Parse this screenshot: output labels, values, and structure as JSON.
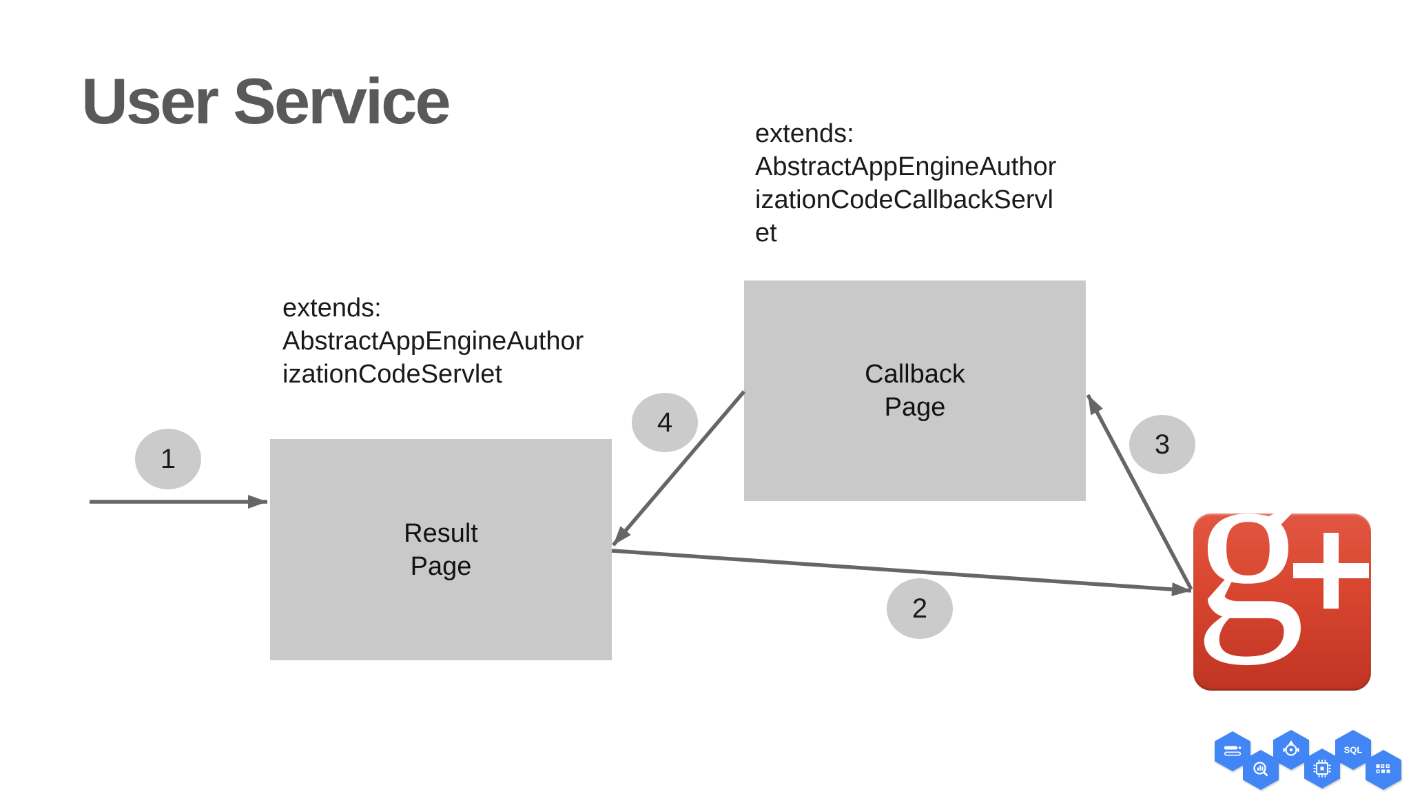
{
  "title": "User Service",
  "nodes": {
    "result_page": {
      "label": "Result\nPage",
      "extends_note": "extends:\nAbstractAppEngineAuthor\nizationCodeServlet"
    },
    "callback_page": {
      "label": "Callback\nPage",
      "extends_note": "extends:\nAbstractAppEngineAuthor\nizationCodeCallbackServl\net"
    }
  },
  "steps": [
    {
      "number": "1"
    },
    {
      "number": "2"
    },
    {
      "number": "3"
    },
    {
      "number": "4"
    }
  ],
  "gplus": {
    "letter": "g",
    "plus_sign": "+"
  },
  "gcp_hexagons": [
    {
      "icon": "storage-bars-icon"
    },
    {
      "icon": "bigquery-magnifier-icon"
    },
    {
      "icon": "target-compass-icon"
    },
    {
      "icon": "compute-chip-icon"
    },
    {
      "icon": "cloud-sql-icon",
      "label": "SQL"
    },
    {
      "icon": "grid-squares-icon"
    }
  ],
  "colors": {
    "title_gray": "#595959",
    "box_fill": "#c9c9c9",
    "circle_fill": "#cbcbcb",
    "arrow_gray": "#666666",
    "text_black": "#1a1a1a",
    "gplus_red": "#dd4b39",
    "hexagon_blue": "#4285f4"
  }
}
